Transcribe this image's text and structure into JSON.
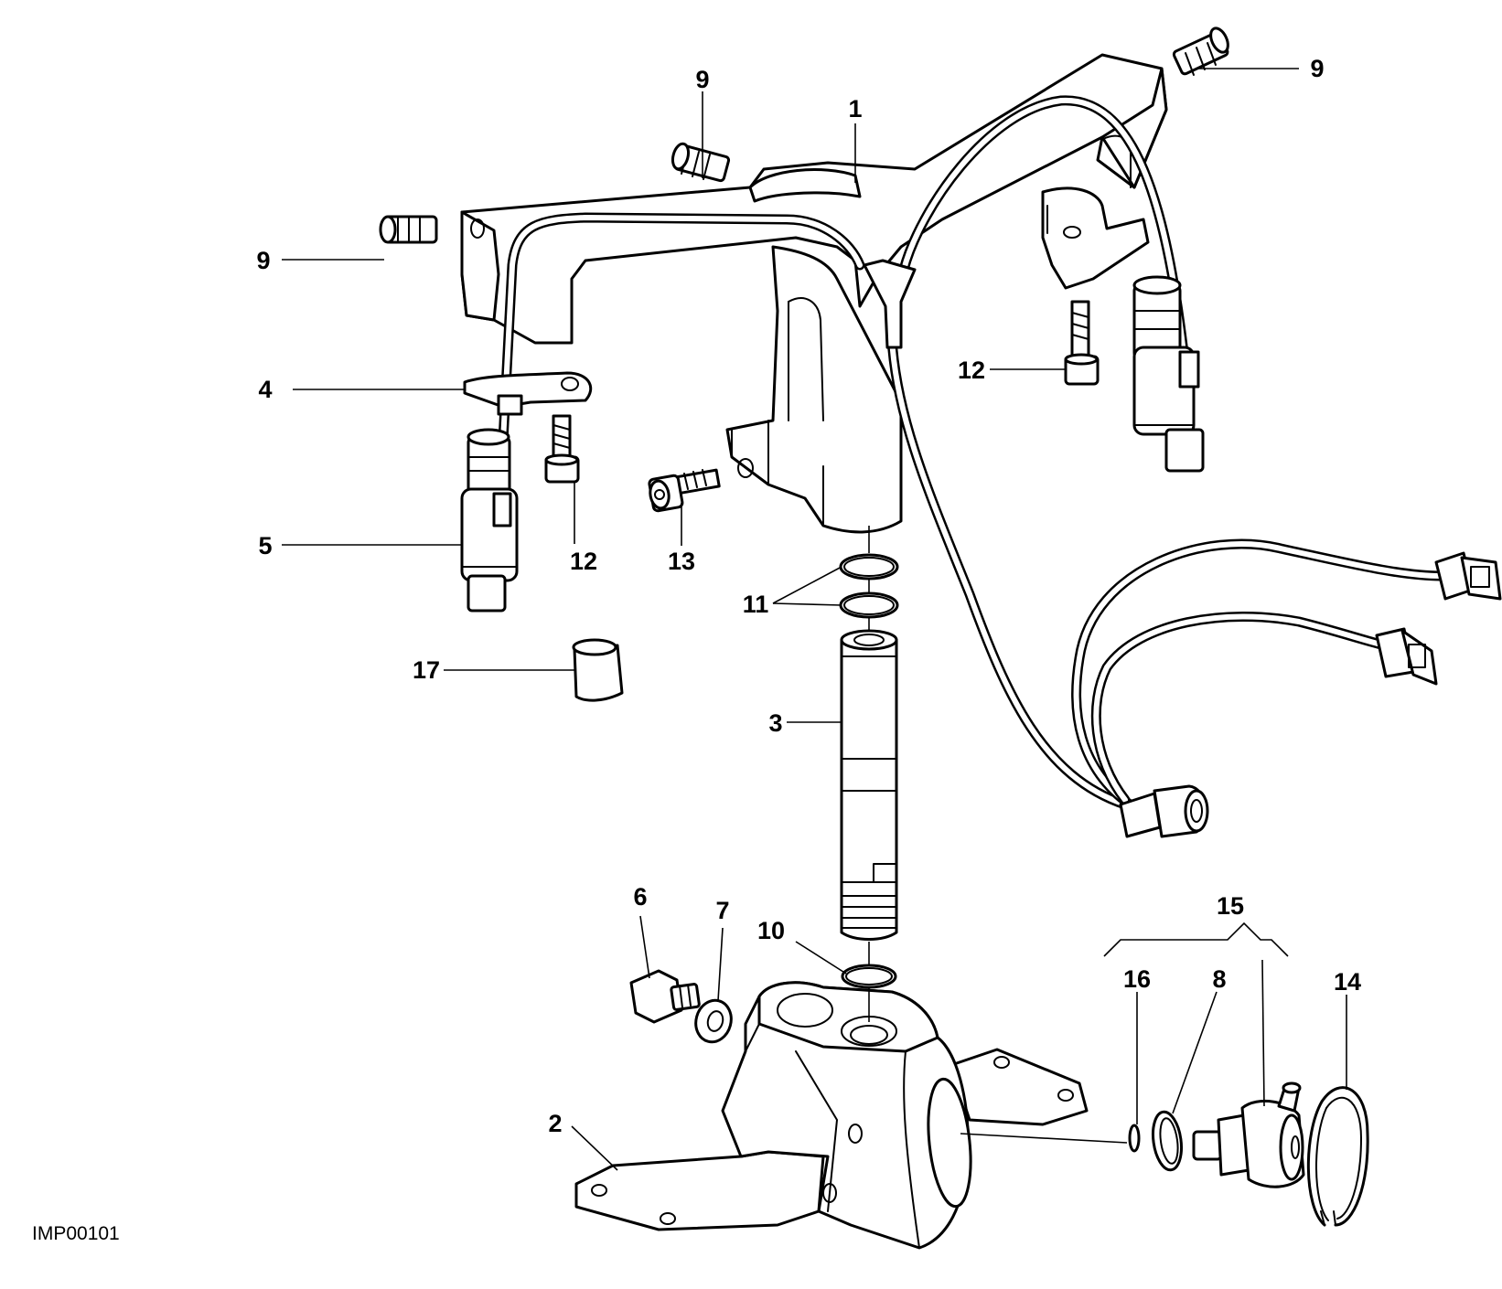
{
  "drawing_code": "IMP00101",
  "callouts": {
    "c1": "1",
    "c2": "2",
    "c3": "3",
    "c4": "4",
    "c5": "5",
    "c6": "6",
    "c7": "7",
    "c8": "8",
    "c9a": "9",
    "c9b": "9",
    "c9c": "9",
    "c10": "10",
    "c11": "11",
    "c12a": "12",
    "c12b": "12",
    "c13": "13",
    "c14": "14",
    "c15": "15",
    "c16": "16",
    "c17": "17"
  },
  "colors": {
    "line": "#000000",
    "background": "#ffffff"
  }
}
